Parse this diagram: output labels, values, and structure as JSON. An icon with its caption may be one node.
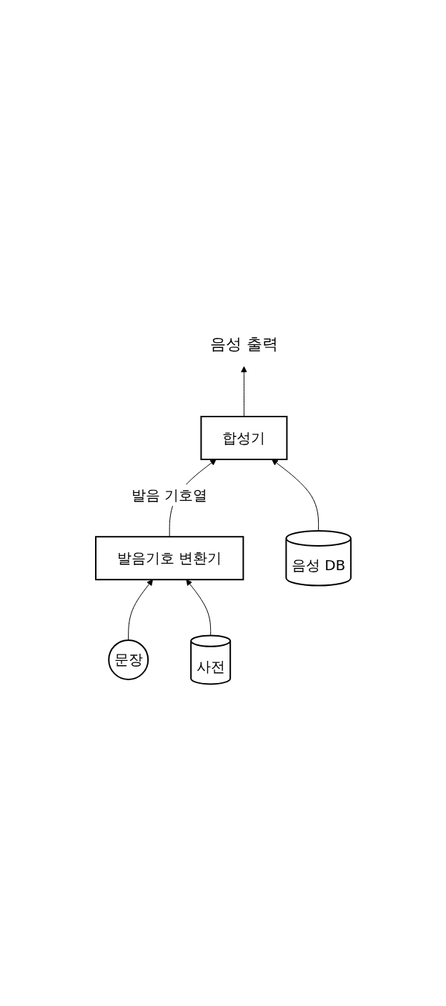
{
  "diagram": {
    "nodes": [
      {
        "text": [
          "문장"
        ]
      },
      {
        "text": [
          "발음기호 변환기"
        ]
      },
      {
        "text": [
          "사전"
        ]
      },
      {
        "text": [
          "합성기"
        ]
      },
      {
        "text": [
          "음성 DB"
        ]
      },
      {
        "text": [
          "음성 출력"
        ]
      }
    ],
    "edges": [
      {
        "from": 0,
        "to": 1,
        "arrow": "to"
      },
      {
        "from": 2,
        "to": 1,
        "arrow": "to"
      },
      {
        "from": 1,
        "to": 3,
        "arrow": "to",
        "label": "발음 기호열"
      },
      {
        "from": 4,
        "to": 3,
        "arrow": "to"
      },
      {
        "from": 3,
        "to": 5,
        "arrow": "to"
      }
    ]
  }
}
